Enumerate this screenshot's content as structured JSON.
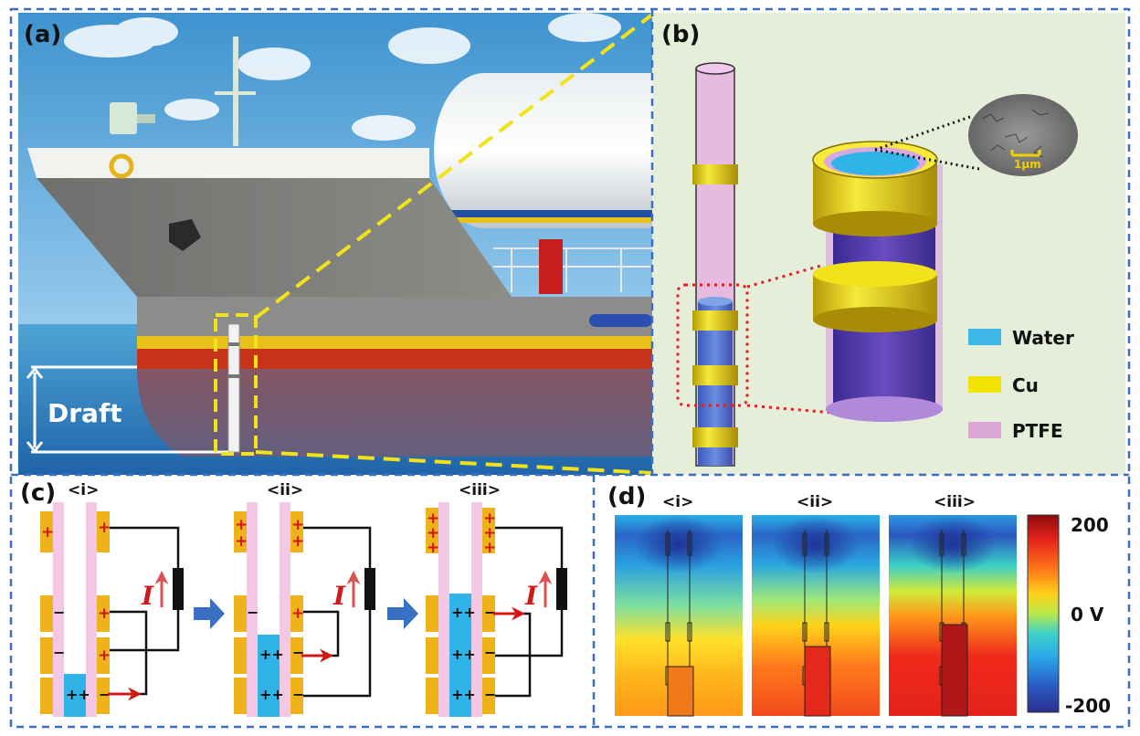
{
  "panels": {
    "a": {
      "label": "(a)",
      "draft_label": "Draft"
    },
    "b": {
      "label": "(b)",
      "scale_bar": "1μm",
      "legend": [
        {
          "label": "Water",
          "color": "#3fb8e8"
        },
        {
          "label": "Cu",
          "color": "#f2e200"
        },
        {
          "label": "PTFE",
          "color": "#dba8d6"
        }
      ]
    },
    "c": {
      "label": "(c)",
      "stages": [
        "<i>",
        "<ii>",
        "<iii>"
      ],
      "current_symbol": "I",
      "charge_plus": "+",
      "charge_double_plus": "++",
      "charge_minus": "−"
    },
    "d": {
      "label": "(d)",
      "stages": [
        "<i>",
        "<ii>",
        "<iii>"
      ],
      "colorbar": {
        "max_label": "200",
        "mid_label": "0 V",
        "min_label": "-200"
      }
    }
  },
  "colors": {
    "frame": "#3a6fc4",
    "highlight": "#f2e21a",
    "cu": "#f0b21a",
    "ptfe": "#f3c8e4",
    "water": "#30b4e8",
    "arrow": "#3a6fc4",
    "current": "#d01818"
  },
  "colorbar_stops": [
    "#8b0d0d",
    "#e4221b",
    "#ff7a1a",
    "#ffd21a",
    "#b8e84a",
    "#3fd3c8",
    "#2aa8e8",
    "#2a5ec8",
    "#2a2e8c"
  ]
}
